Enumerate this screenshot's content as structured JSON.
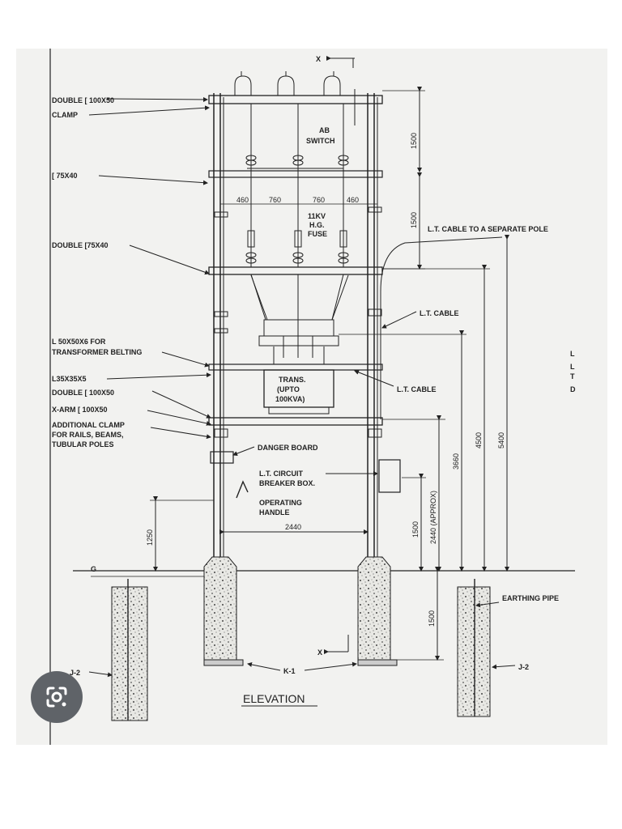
{
  "labels": {
    "double_c_top": "DOUBLE [ 100X50",
    "clamp": "CLAMP",
    "c75": "[ 75X40",
    "double_c75": "DOUBLE [75X40",
    "angle_belting_1": "L 50X50X6 FOR",
    "angle_belting_2": "TRANSFORMER BELTING",
    "l35": "L35X35X5",
    "double_c_low": "DOUBLE [ 100X50",
    "x_arm": "X-ARM [ 100X50",
    "add_clamp_1": "ADDITIONAL CLAMP",
    "add_clamp_2": "FOR RAILS, BEAMS,",
    "add_clamp_3": "TUBULAR POLES",
    "ab_switch_1": "AB",
    "ab_switch_2": "SWITCH",
    "fuse_1": "11KV",
    "fuse_2": "H.G.",
    "fuse_3": "FUSE",
    "lt_cable_separate": "L.T. CABLE TO A SEPARATE POLE",
    "lt_cable_1": "L.T. CABLE",
    "lt_cable_2": "L.T. CABLE",
    "trans_1": "TRANS.",
    "trans_2": "(UPTO",
    "trans_3": "100KVA)",
    "danger_board": "DANGER BOARD",
    "breaker_1": "L.T. CIRCUIT",
    "breaker_2": "BREAKER BOX.",
    "handle_1": "OPERATING",
    "handle_2": "HANDLE",
    "earthing_pipe": "EARTHING PIPE",
    "j2_left": "J-2",
    "j2_right": "J-2",
    "k1": "K-1",
    "g": "G",
    "x_top": "X",
    "x_bottom": "X",
    "title": "ELEVATION",
    "right_letters": [
      "L",
      "L",
      "T",
      "D"
    ]
  },
  "dimensions": {
    "d1500_top": "1500",
    "d1500_mid": "1500",
    "d460_l": "460",
    "d760_l": "760",
    "d760_r": "760",
    "d460_r": "460",
    "d1250": "1250",
    "d2440": "2440",
    "d1500_low": "1500",
    "d2440_approx": "2440 (APPROX)",
    "d3660": "3660",
    "d4500": "4500",
    "d5400": "5400",
    "d1500_ground": "1500"
  },
  "colors": {
    "line": "#222222",
    "concrete": "#e6e6e2",
    "sheet": "#f2f2f0",
    "lens_bg": "#5f6368"
  },
  "icons": {
    "lens": "google-lens-icon"
  }
}
